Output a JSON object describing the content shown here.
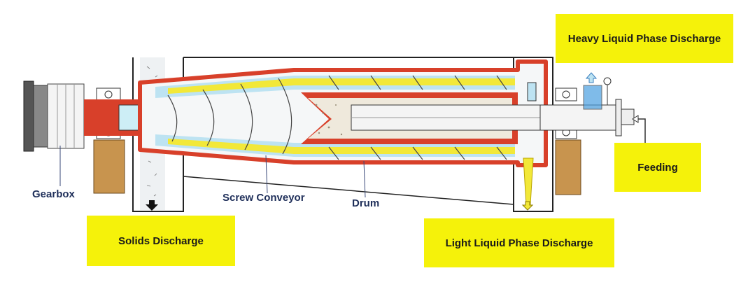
{
  "labels": {
    "gearbox": "Gearbox",
    "screw_conveyor": "Screw Conveyor",
    "drum": "Drum",
    "solids_discharge": "Solids Discharge",
    "light_liquid": "Light Liquid Phase Discharge",
    "heavy_liquid": "Heavy Liquid Phase Discharge",
    "feeding": "Feeding"
  },
  "colors": {
    "callout_fill": "#f5f20a",
    "label_text": "#1f2f5a",
    "casing_red": "#d8402a",
    "liquid_yellow": "#f2e838",
    "liquid_blue": "#bde3f2",
    "bearing_tan": "#c8944e",
    "arrow_blue": "#4a9fe0"
  }
}
